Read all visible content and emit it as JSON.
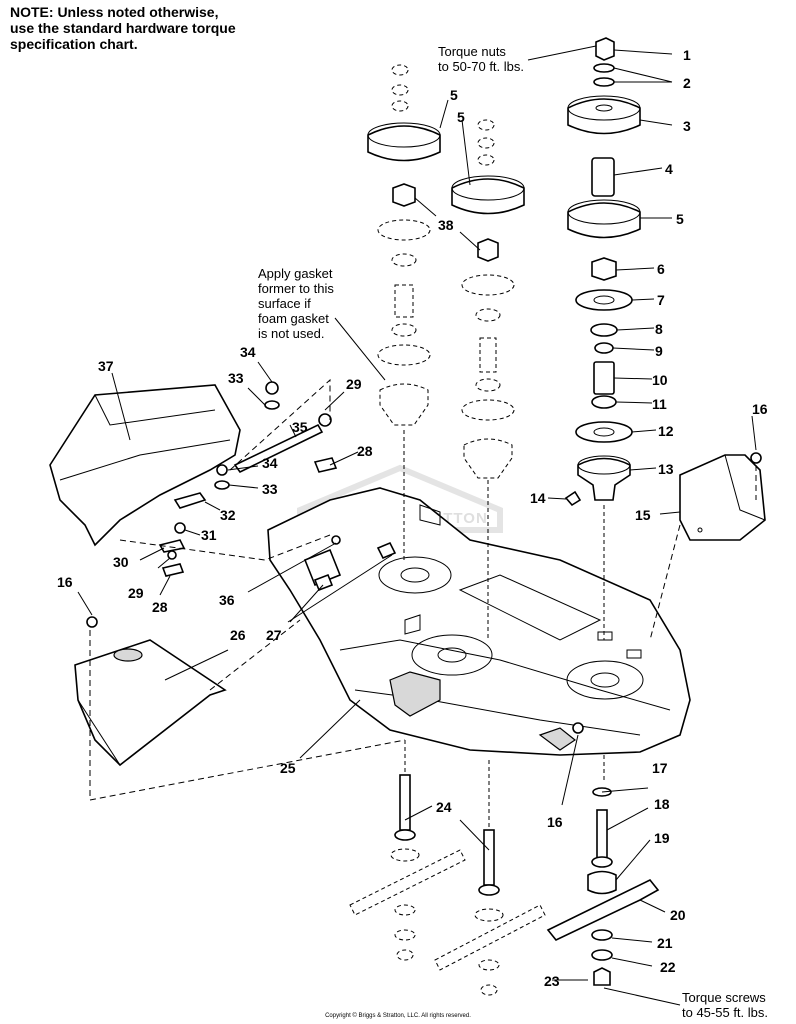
{
  "note": "NOTE: Unless noted otherwise,\nuse the standard hardware torque\nspecification chart.",
  "annotations": {
    "torque_nuts": "Torque nuts\nto 50-70 ft. lbs.",
    "gasket": "Apply gasket\nformer to this\nsurface if\nfoam gasket\nis not used.",
    "torque_screws": "Torque screws\nto 45-55 ft. lbs."
  },
  "watermark": "BRIGGS & STRATTON",
  "copyright": "Copyright © Briggs & Stratton, LLC. All rights reserved.",
  "callouts": {
    "c1": "1",
    "c2": "2",
    "c3": "3",
    "c4": "4",
    "c5a": "5",
    "c5b": "5",
    "c5c": "5",
    "c6": "6",
    "c7": "7",
    "c8": "8",
    "c9": "9",
    "c10": "10",
    "c11": "11",
    "c12": "12",
    "c13": "13",
    "c14": "14",
    "c15": "15",
    "c16a": "16",
    "c16b": "16",
    "c16c": "16",
    "c17": "17",
    "c18": "18",
    "c19": "19",
    "c20": "20",
    "c21": "21",
    "c22": "22",
    "c23": "23",
    "c24": "24",
    "c25": "25",
    "c26": "26",
    "c27": "27",
    "c28a": "28",
    "c28b": "28",
    "c29a": "29",
    "c29b": "29",
    "c30": "30",
    "c31": "31",
    "c32": "32",
    "c33a": "33",
    "c33b": "33",
    "c34a": "34",
    "c34b": "34",
    "c35": "35",
    "c36": "36",
    "c37": "37",
    "c38a": "38"
  }
}
